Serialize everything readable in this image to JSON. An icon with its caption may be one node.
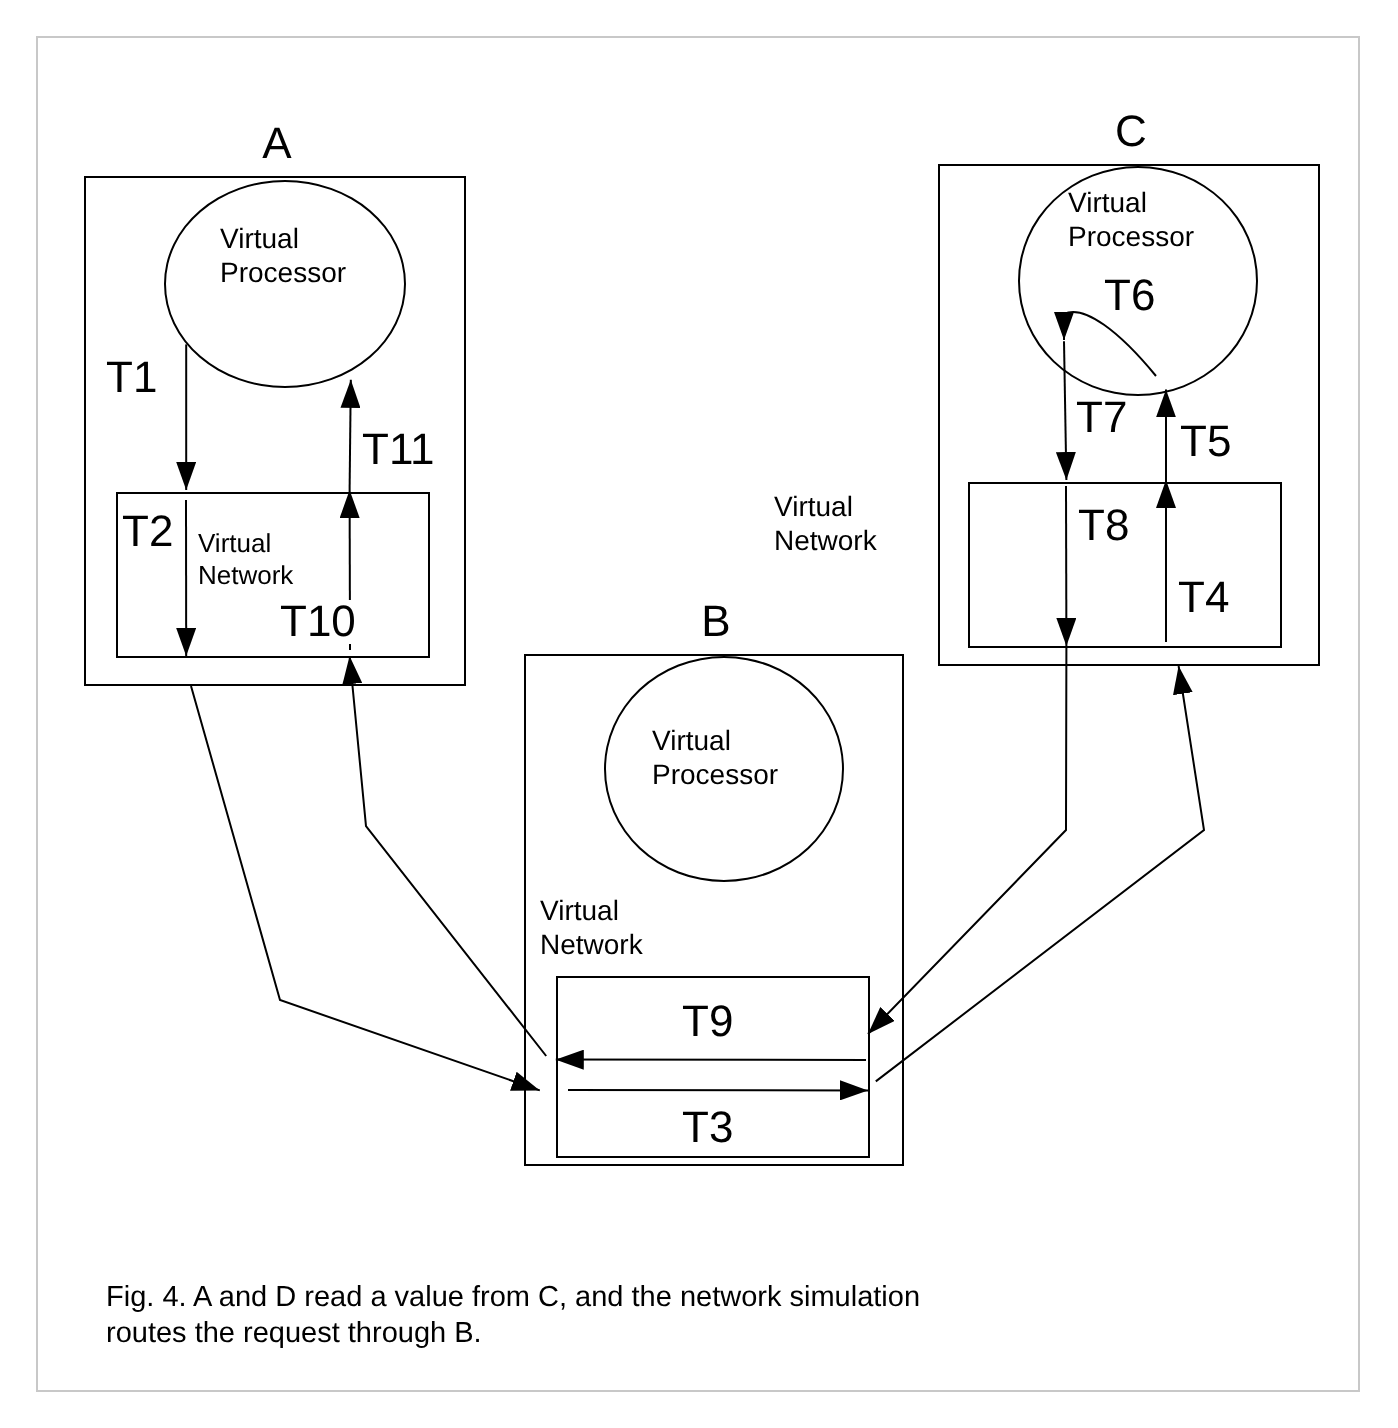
{
  "diagram": {
    "caption": "Fig. 4. A and D read a value from C, and the network simulation routes the request through B.",
    "nodes": [
      {
        "text": [
          "A"
        ]
      },
      {
        "text": [
          "Virtual Processor"
        ],
        "in": 0
      },
      {
        "text": [
          "Virtual Network"
        ],
        "in": 0
      },
      {
        "text": [
          "C"
        ]
      },
      {
        "text": [
          "Virtual Processor"
        ],
        "in": 3
      },
      {
        "text": [],
        "shape": "box",
        "in": 3,
        "beside": [
          "Virtual Network"
        ]
      },
      {
        "text": [
          "B"
        ]
      },
      {
        "text": [
          "Virtual Processor"
        ],
        "in": 6
      },
      {
        "text": [
          "Virtual Network"
        ],
        "in": 6
      }
    ],
    "edges": [
      {
        "from": 1,
        "to": 2,
        "arrow": "to",
        "label": "T1"
      },
      {
        "from": null,
        "to": 2,
        "arrow": "to",
        "label": "T2"
      },
      {
        "from": 0,
        "to": 8,
        "arrow": "to"
      },
      {
        "from": null,
        "to": 8,
        "arrow": "to",
        "label": "T3"
      },
      {
        "from": 8,
        "to": 3,
        "arrow": "to"
      },
      {
        "from": null,
        "to": 5,
        "arrow": "to",
        "label": "T4"
      },
      {
        "from": 5,
        "to": 4,
        "arrow": "to",
        "label": "T5"
      },
      {
        "from": 4,
        "to": 5,
        "arrow": "to",
        "label": "T7"
      },
      {
        "from": null,
        "to": 5,
        "arrow": "to",
        "label": "T8"
      },
      {
        "from": 5,
        "to": 8,
        "arrow": "to"
      },
      {
        "from": null,
        "to": 8,
        "arrow": "to",
        "label": "T9"
      },
      {
        "from": 8,
        "to": 2,
        "arrow": "to"
      },
      {
        "from": null,
        "to": 2,
        "arrow": "to",
        "label": "T10"
      },
      {
        "from": 2,
        "to": 1,
        "arrow": "to",
        "label": "T11"
      }
    ],
    "labels": [
      "T6"
    ]
  }
}
